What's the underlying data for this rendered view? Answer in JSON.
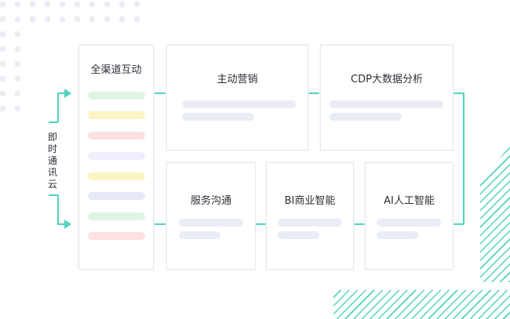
{
  "left_label": [
    "即",
    "时",
    "通",
    "讯",
    "云"
  ],
  "channel_box": {
    "title": "全渠道互动",
    "bar_colors": [
      "#dff3e3",
      "#fbf5c4",
      "#fde0e0",
      "#eeeffb",
      "#fbf5c4",
      "#e8e9f7",
      "#dff3e3",
      "#fde0e0"
    ]
  },
  "modules": {
    "marketing": "主动营销",
    "cdp": "CDP大数据分析",
    "service": "服务沟通",
    "bi": "BI商业智能",
    "ai": "AI人工智能"
  },
  "colors": {
    "accent": "#4fd4bf",
    "placeholder": "#ebedf6",
    "border": "#e4e8f1"
  }
}
